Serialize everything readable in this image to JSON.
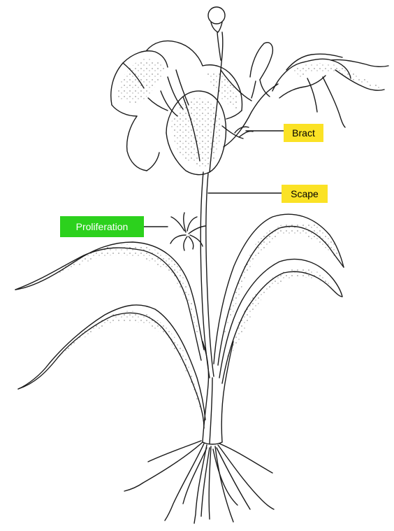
{
  "labels": {
    "bract": "Bract",
    "scape": "Scape",
    "proliferation": "Proliferation"
  },
  "colors": {
    "bract_box": "#fbe225",
    "scape_box": "#fbe225",
    "proliferation_box": "#2cd11d",
    "ink": "#1a1a1a",
    "background": "#ffffff"
  }
}
